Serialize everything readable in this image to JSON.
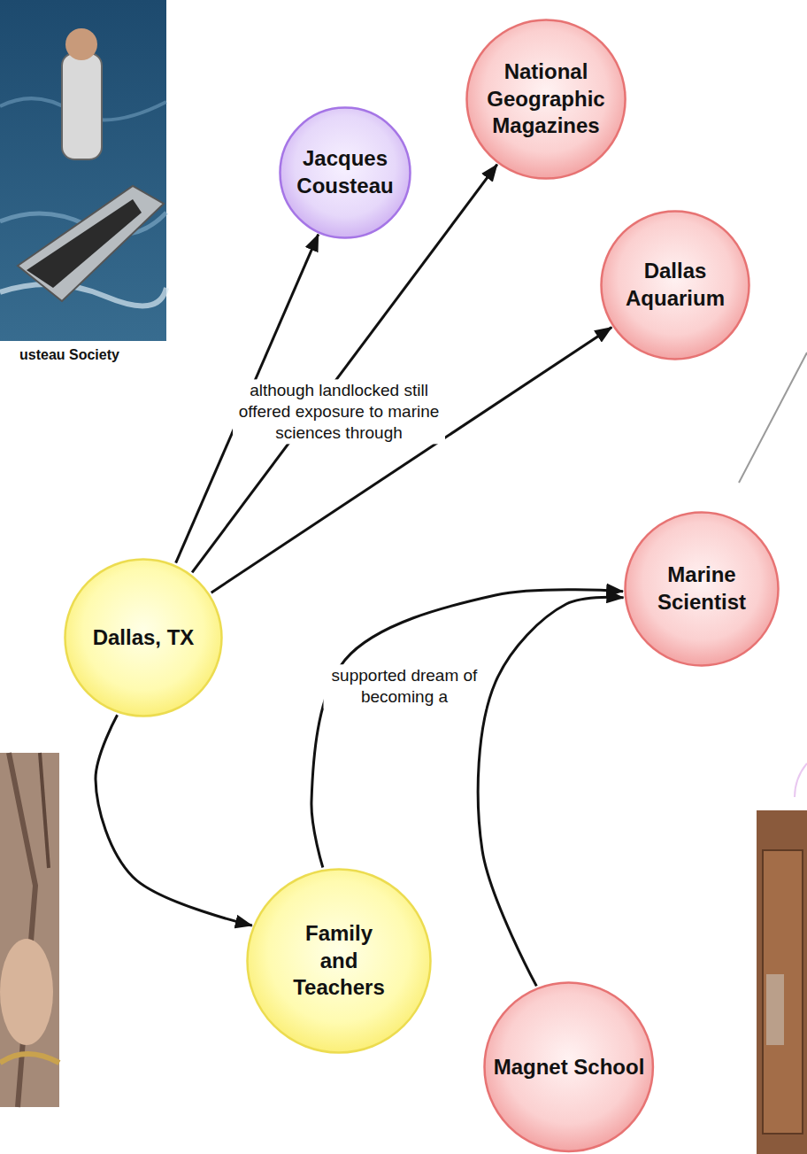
{
  "diagram": {
    "nodes": [
      {
        "text": [
          "Jacques Cousteau"
        ]
      },
      {
        "text": [
          "National Geographic Magazines"
        ]
      },
      {
        "text": [
          "Dallas Aquarium"
        ]
      },
      {
        "text": [
          "Dallas, TX"
        ]
      },
      {
        "text": [
          "Marine Scientist"
        ]
      },
      {
        "text": [
          "Family and Teachers"
        ]
      },
      {
        "text": [
          "Magnet School"
        ]
      }
    ],
    "edges": [
      {
        "from": 3,
        "to": 0,
        "arrow": "to"
      },
      {
        "from": 3,
        "to": 1,
        "label": "although landlocked still offered exposure to marine sciences through",
        "arrow": "to"
      },
      {
        "from": 3,
        "to": 2,
        "arrow": "to"
      },
      {
        "from": 3,
        "to": 5,
        "arrow": "to"
      },
      {
        "from": 5,
        "to": 4,
        "label": "supported dream of becoming a",
        "arrow": "to"
      },
      {
        "from": 6,
        "to": 4,
        "arrow": "to"
      }
    ],
    "labels": [
      "usteau Society"
    ]
  }
}
